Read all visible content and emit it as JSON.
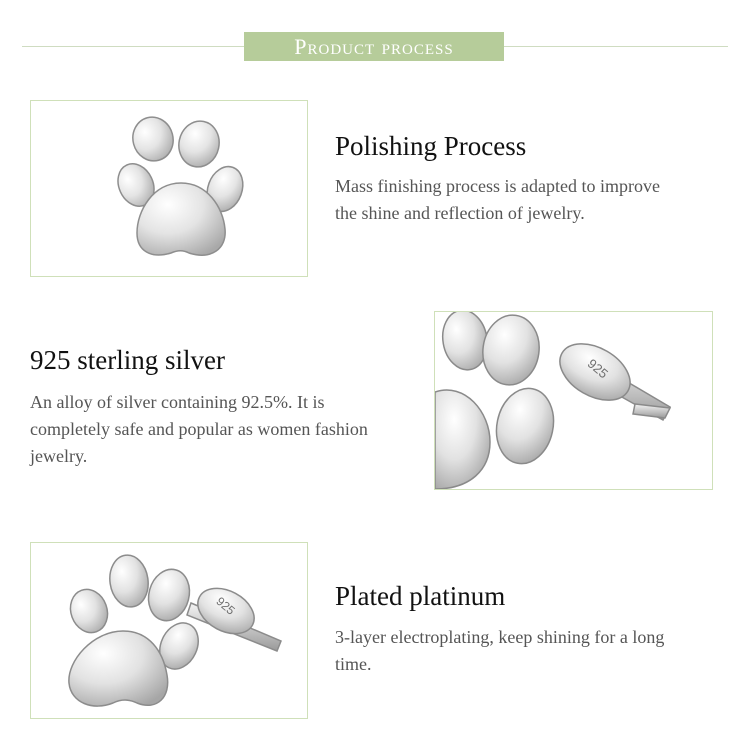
{
  "header": {
    "title": "Product process"
  },
  "sections": [
    {
      "title": "Polishing Process",
      "description": "Mass finishing process is adapted to improve the shine and reflection of jewelry."
    },
    {
      "title": "925 sterling silver",
      "description": "An alloy of silver containing 92.5%. It is completely safe and popular as women fashion jewelry.",
      "stamp": "925"
    },
    {
      "title": "Plated platinum",
      "description": "3-layer electroplating, keep shining for a long time.",
      "stamp": "925"
    }
  ],
  "colors": {
    "accent": "#b6cc9a",
    "frame": "#cfe0b9",
    "title": "#111111",
    "body": "#555555"
  }
}
